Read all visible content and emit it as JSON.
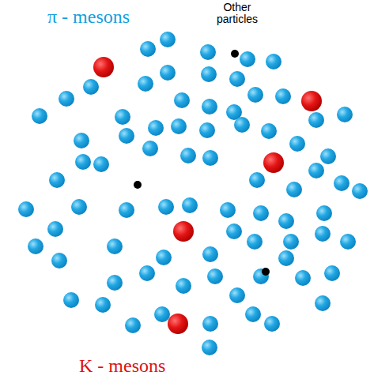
{
  "diagram": {
    "labels": [
      "π - mesons",
      "Other particles",
      "K - mesons"
    ]
  }
}
